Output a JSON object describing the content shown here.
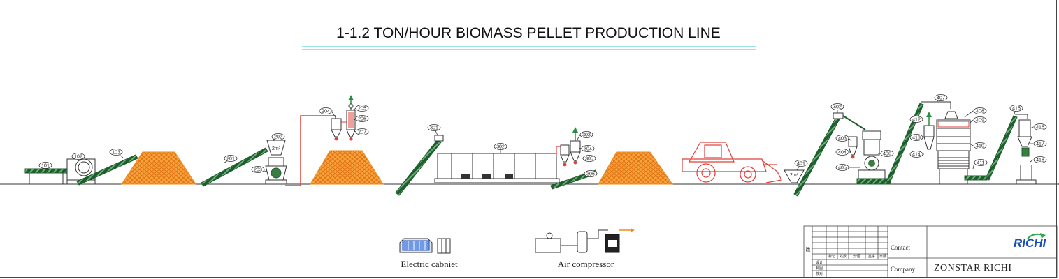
{
  "title": "1-1.2 TON/HOUR BIOMASS PELLET PRODUCTION LINE",
  "tags": {
    "t101": "101",
    "t102": "102",
    "t103": "103",
    "t201": "201",
    "t202": "202",
    "t203": "203",
    "t204": "204",
    "t205": "205",
    "t206": "206",
    "t207": "207",
    "t301": "301",
    "t302": "302",
    "t303": "303",
    "t304": "304",
    "t305": "305",
    "t306": "306",
    "t401": "401",
    "t402": "402",
    "t403": "403",
    "t404": "404",
    "t405": "405",
    "t406": "406",
    "t407": "407",
    "t408": "408",
    "t409": "409",
    "t410": "410",
    "t411": "411",
    "t412": "412",
    "t413": "413",
    "t414": "414",
    "t415": "415",
    "t416": "416",
    "t417": "417",
    "t418": "418"
  },
  "hopper_labels": {
    "h202": "2m³",
    "h401": "2m³"
  },
  "legend": {
    "electric": "Electric cabniet",
    "air": "Air compressor"
  },
  "title_block": {
    "contact_label": "Contact",
    "company_label": "Company",
    "company_value": "ZONSTAR RICHI",
    "logo": "RICHI",
    "side_char": "改",
    "row_chars": [
      "标记",
      "处数",
      "分区",
      "签字",
      "日期"
    ],
    "left_col": [
      "设计",
      "制图",
      "校对"
    ]
  },
  "colors": {
    "pile": "#f08a1e",
    "conveyor": "#1c5e2c",
    "pipe": "#e0403a",
    "loader": "#e0403a",
    "title_line": "#7fd7e6",
    "logo": "#1a4fb5"
  }
}
